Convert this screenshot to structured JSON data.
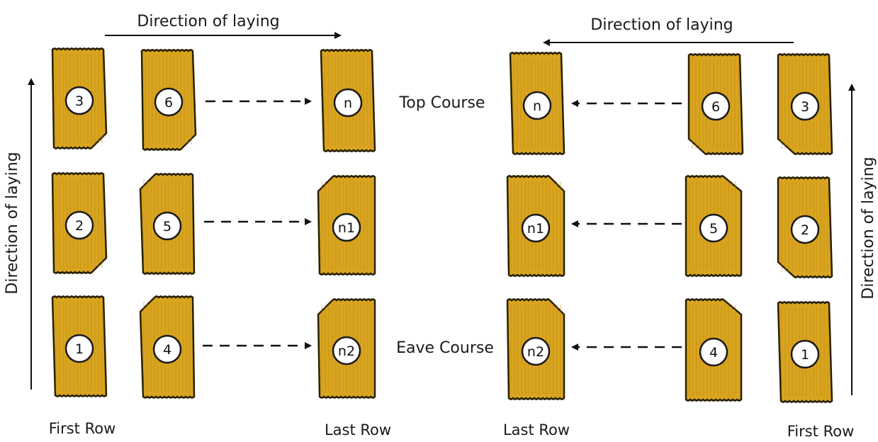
{
  "top_labels": {
    "left_direction": "Direction of laying",
    "right_direction": "Direction of laying"
  },
  "side_labels": {
    "left_direction": "Direction of laying",
    "right_direction": "Direction of laying"
  },
  "course_labels": {
    "top": "Top Course",
    "eave": "Eave Course"
  },
  "row_labels": {
    "left_first": "First Row",
    "left_last": "Last Row",
    "right_last": "Last Row",
    "right_first": "First Row"
  },
  "left_panel": {
    "first_row": [
      "3",
      "2",
      "1"
    ],
    "second_row": [
      "6",
      "5",
      "4"
    ],
    "last_row": [
      "n",
      "n1",
      "n2"
    ]
  },
  "right_panel": {
    "last_row": [
      "n",
      "n1",
      "n2"
    ],
    "second_row": [
      "6",
      "5",
      "4"
    ],
    "first_row": [
      "3",
      "2",
      "1"
    ]
  },
  "colors": {
    "tile": "#D9A520",
    "outline": "#2a2000"
  }
}
